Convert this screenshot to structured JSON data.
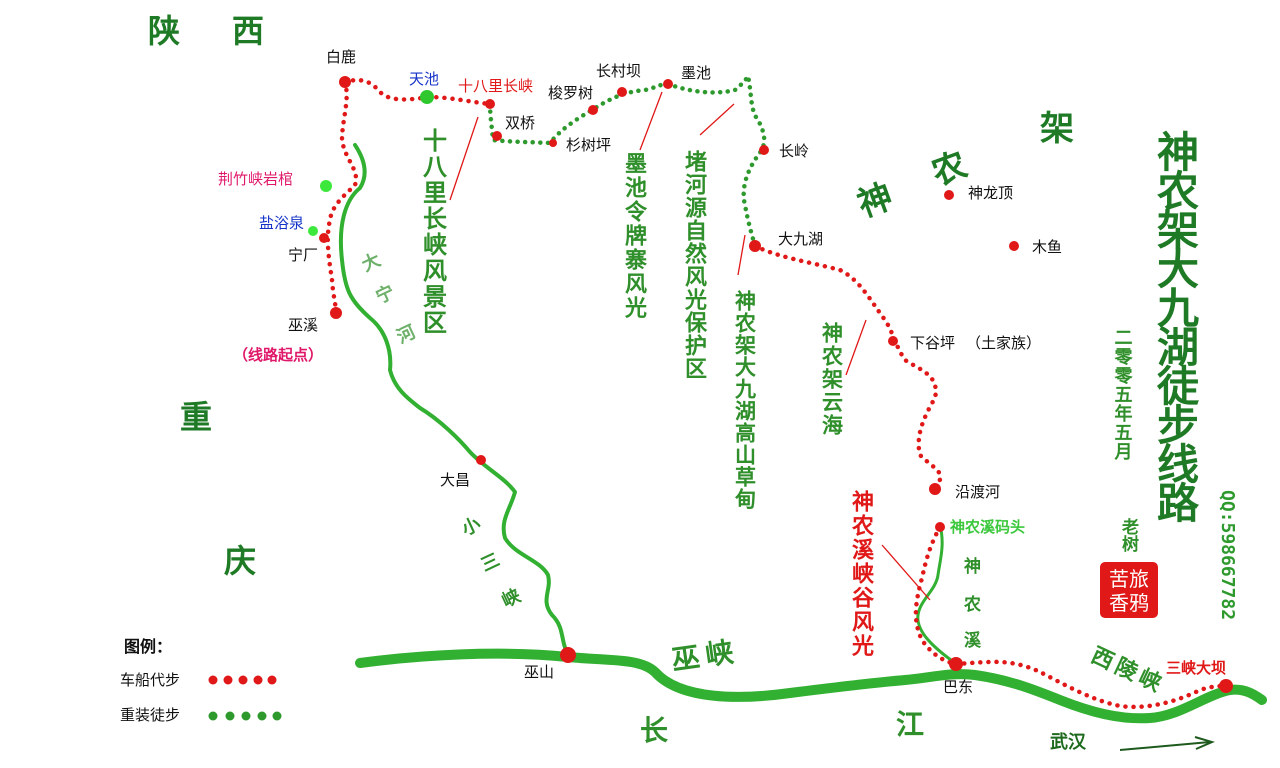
{
  "provinces": {
    "shaanxi_1": "陕",
    "shaanxi_2": "西",
    "chongqing_1": "重",
    "chongqing_2": "庆",
    "shennongjia_1": "神",
    "shennongjia_2": "农",
    "shennongjia_3": "架"
  },
  "title": "神农架大九湖徒步线路",
  "date": "二零零五年五月",
  "author": "老树",
  "seal": [
    "苦旅",
    "香鸦"
  ],
  "qq": "QQ:598667782",
  "places": {
    "bailu": "白鹿",
    "tianchi": "天池",
    "shibalichangxia": "十八里长峡",
    "shuangqiao": "双桥",
    "shanshuping": "杉树坪",
    "suoluoshu": "梭罗树",
    "changcunba": "长村坝",
    "mochi": "墨池",
    "changling": "长岭",
    "dajiuhu": "大九湖",
    "shenlongding": "神龙顶",
    "muyu": "木鱼",
    "xiaguping": "下谷坪",
    "tujiazu": "（土家族）",
    "yanduhe": "沿渡河",
    "shennongximatou": "神农溪码头",
    "jingzhuxia": "荆竹峡岩棺",
    "yanyuquan": "盐浴泉",
    "ningchang": "宁厂",
    "wuxi": "巫溪",
    "start": "（线路起点）",
    "dachang": "大昌",
    "wushan": "巫山",
    "badong": "巴东",
    "sanxiadaba": "三峡大坝",
    "wuhan": "武汉"
  },
  "rivers": {
    "daning_1": "大",
    "daning_2": "宁",
    "daning_3": "河",
    "xiaosanxia_1": "小",
    "xiaosanxia_2": "三",
    "xiaosanxia_3": "峡",
    "wuxia": "巫峡",
    "changjiang_1": "长",
    "changjiang_2": "江",
    "xilingxia": "西陵峡",
    "shennongxi_1": "神",
    "shennongxi_2": "农",
    "shennongxi_3": "溪"
  },
  "vertical_notes": {
    "shibali": "十八里长峡风景区",
    "mochi_ling": "墨池令牌寨风光",
    "duhe": "堵河源自然风光保护区",
    "gaoshan": "神农架大九湖高山草甸",
    "yunhai": "神农架云海",
    "shennongxi_canyon": "神农溪峡谷风光"
  },
  "legend": {
    "title": "图例：",
    "vehicle": "车船代步",
    "hiking": "重装徒步"
  },
  "colors": {
    "route_vehicle": "#e01818",
    "route_hiking": "#2e9a2e",
    "river": "#30b030",
    "brush_text": "#1e7a24",
    "red_label": "#e01818",
    "blue_label": "#1533c8"
  }
}
